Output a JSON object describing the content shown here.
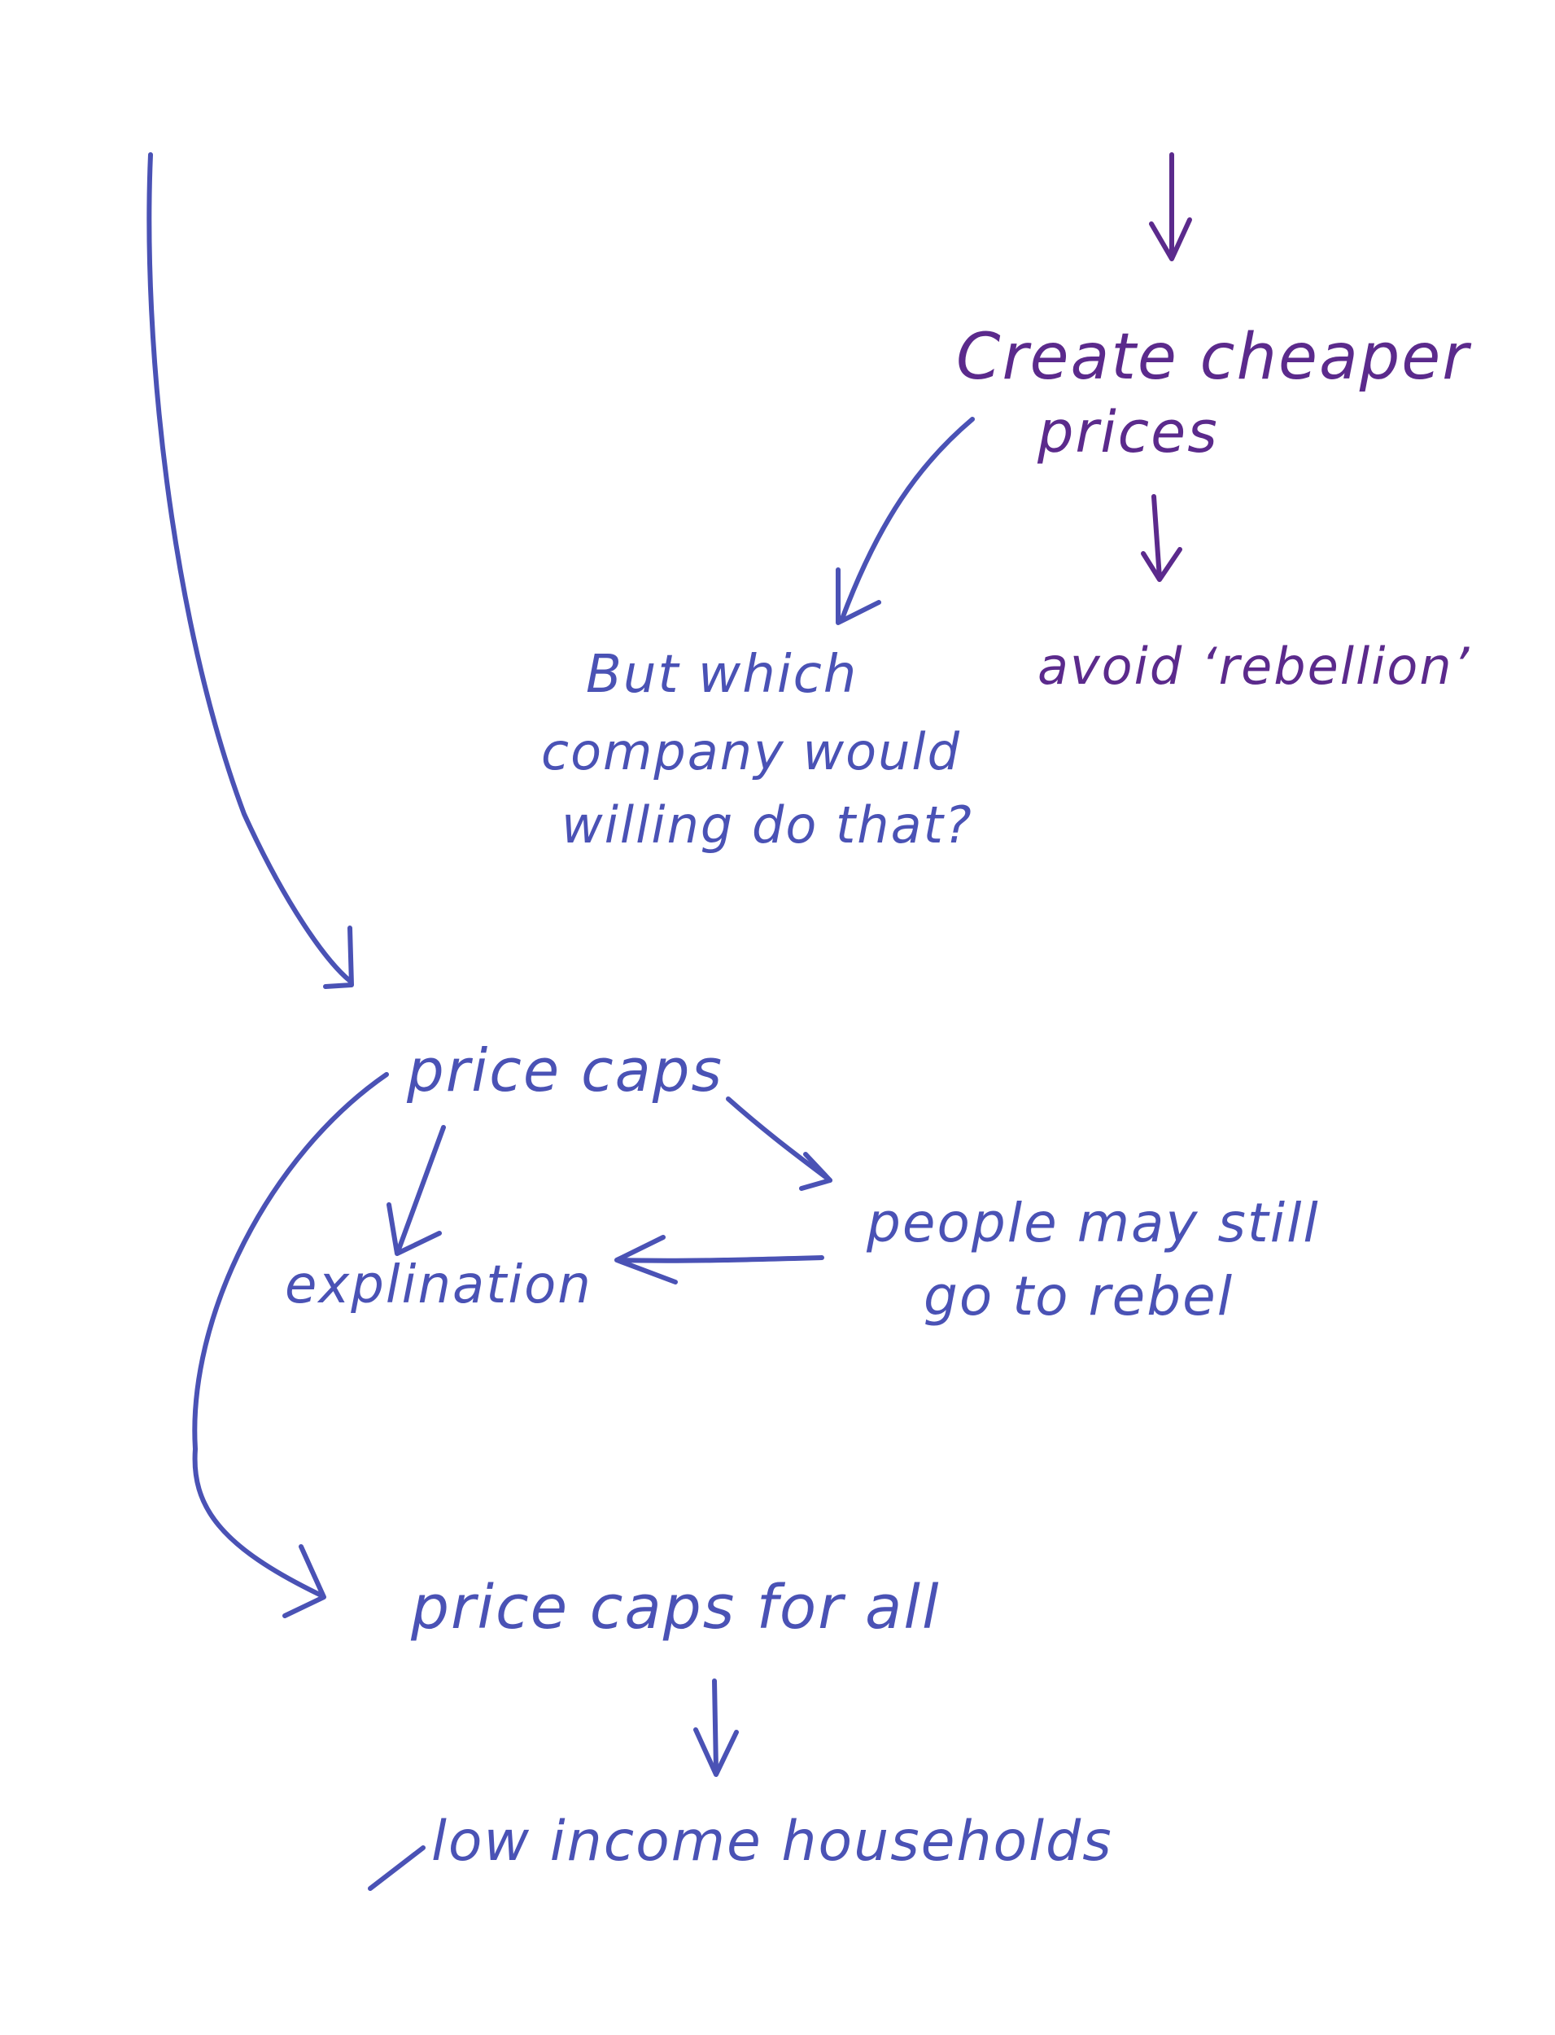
{
  "colors": {
    "ink_blue": "#4a52b5",
    "ink_purple": "#5b2a8c",
    "paper": "#ffffff"
  },
  "nodes": {
    "create_cheaper_line1": "Create cheaper",
    "create_cheaper_line2": "prices",
    "avoid_rebellion": "avoid ‘rebellion’",
    "but_which_line1": "But which",
    "but_which_line2": "company would",
    "but_which_line3": "willing do that?",
    "price_caps": "price caps",
    "people_line1": "people may still",
    "people_line2": "go to rebel",
    "explination": "explination",
    "price_caps_for_all": "price caps for all",
    "low_income": "low income households"
  }
}
